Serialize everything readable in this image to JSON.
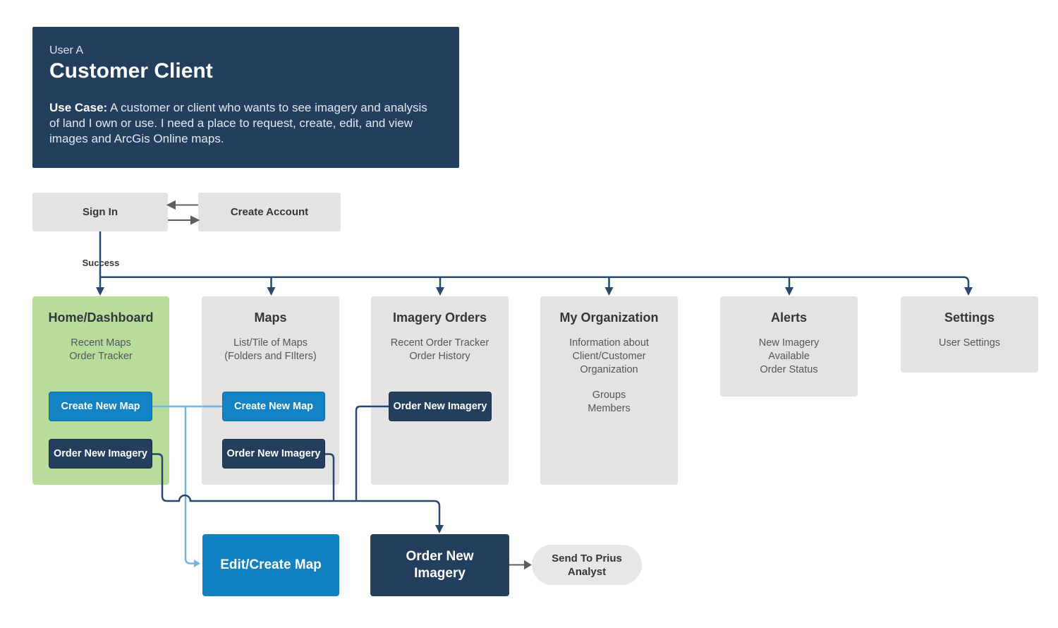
{
  "header": {
    "user_label": "User A",
    "title": "Customer Client",
    "use_case_label": "Use Case:",
    "use_case_text": "A customer or client who wants to see imagery and analysis of land I own or use. I need a place to request, create, edit, and view images and ArcGis Online maps."
  },
  "auth": {
    "sign_in": "Sign In",
    "create_account": "Create Account",
    "success": "Success"
  },
  "sections": {
    "home": {
      "title": "Home/Dashboard",
      "lines": [
        "Recent Maps",
        "Order Tracker"
      ],
      "buttons": {
        "create_map": "Create New Map",
        "order_imagery": "Order New Imagery"
      }
    },
    "maps": {
      "title": "Maps",
      "lines": [
        "List/Tile of Maps",
        "(Folders and FIlters)"
      ],
      "buttons": {
        "create_map": "Create New Map",
        "order_imagery": "Order New Imagery"
      }
    },
    "imagery_orders": {
      "title": "Imagery Orders",
      "lines": [
        "Recent Order Tracker",
        "Order History"
      ],
      "buttons": {
        "order_imagery": "Order New Imagery"
      }
    },
    "my_organization": {
      "title": "My Organization",
      "lines": [
        "Information about",
        "Client/Customer",
        "Organization"
      ],
      "lines2": [
        "Groups",
        "Members"
      ]
    },
    "alerts": {
      "title": "Alerts",
      "lines": [
        "New Imagery",
        "Available",
        "Order Status"
      ]
    },
    "settings": {
      "title": "Settings",
      "lines": [
        "User Settings"
      ]
    }
  },
  "flow": {
    "edit_create_map": "Edit/Create Map",
    "order_new_imagery": "Order New Imagery",
    "send_to_analyst": "Send To Prius Analyst"
  },
  "colors": {
    "navy": "#243f5e",
    "accent_blue": "#1483c5",
    "highlight_green": "#b8dd9a",
    "box_gray": "#e3e3e3",
    "connector_navy": "#29486f",
    "connector_light_blue": "#74b2e2",
    "connector_gray": "#5e5e5e"
  }
}
